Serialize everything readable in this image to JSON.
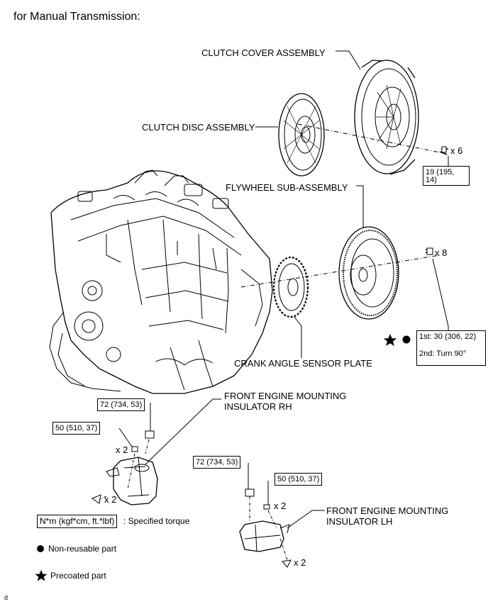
{
  "title": "for Manual Transmission:",
  "parts": {
    "clutch_cover": "CLUTCH COVER ASSEMBLY",
    "clutch_disc": "CLUTCH DISC ASSEMBLY",
    "flywheel": "FLYWHEEL SUB-ASSEMBLY",
    "crank_plate": "CRANK ANGLE SENSOR PLATE",
    "mount_rh_1": "FRONT ENGINE MOUNTING",
    "mount_rh_2": "INSULATOR RH",
    "mount_lh_1": "FRONT ENGINE MOUNTING",
    "mount_lh_2": "INSULATOR LH"
  },
  "torques": {
    "clutch_bolt_1": "19 (195,",
    "clutch_bolt_2": "14)",
    "flywheel_1": "1st: 30 (306, 22)",
    "flywheel_2": "2nd: Turn 90°",
    "rh_top": "72 (734, 53)",
    "rh_nut": "50 (510, 37)",
    "lh_top": "72 (734, 53)",
    "lh_nut": "50 (510, 37)"
  },
  "quantities": {
    "clutch_bolts": "x 6",
    "flywheel_bolts": "x 8",
    "rh_nuts": "x 2",
    "rh_bolts": "x 2",
    "lh_nuts": "x 2",
    "lh_bolts": "x 2"
  },
  "legend": {
    "unit_box": "N*m (kgf*cm, ft.*lbf)",
    "unit_desc": ": Specified torque",
    "non_reusable": "Non-reusable part",
    "precoated": "Precoated part"
  },
  "footer_mark": "d",
  "icons": [
    "black-star-icon",
    "black-dot-icon"
  ]
}
